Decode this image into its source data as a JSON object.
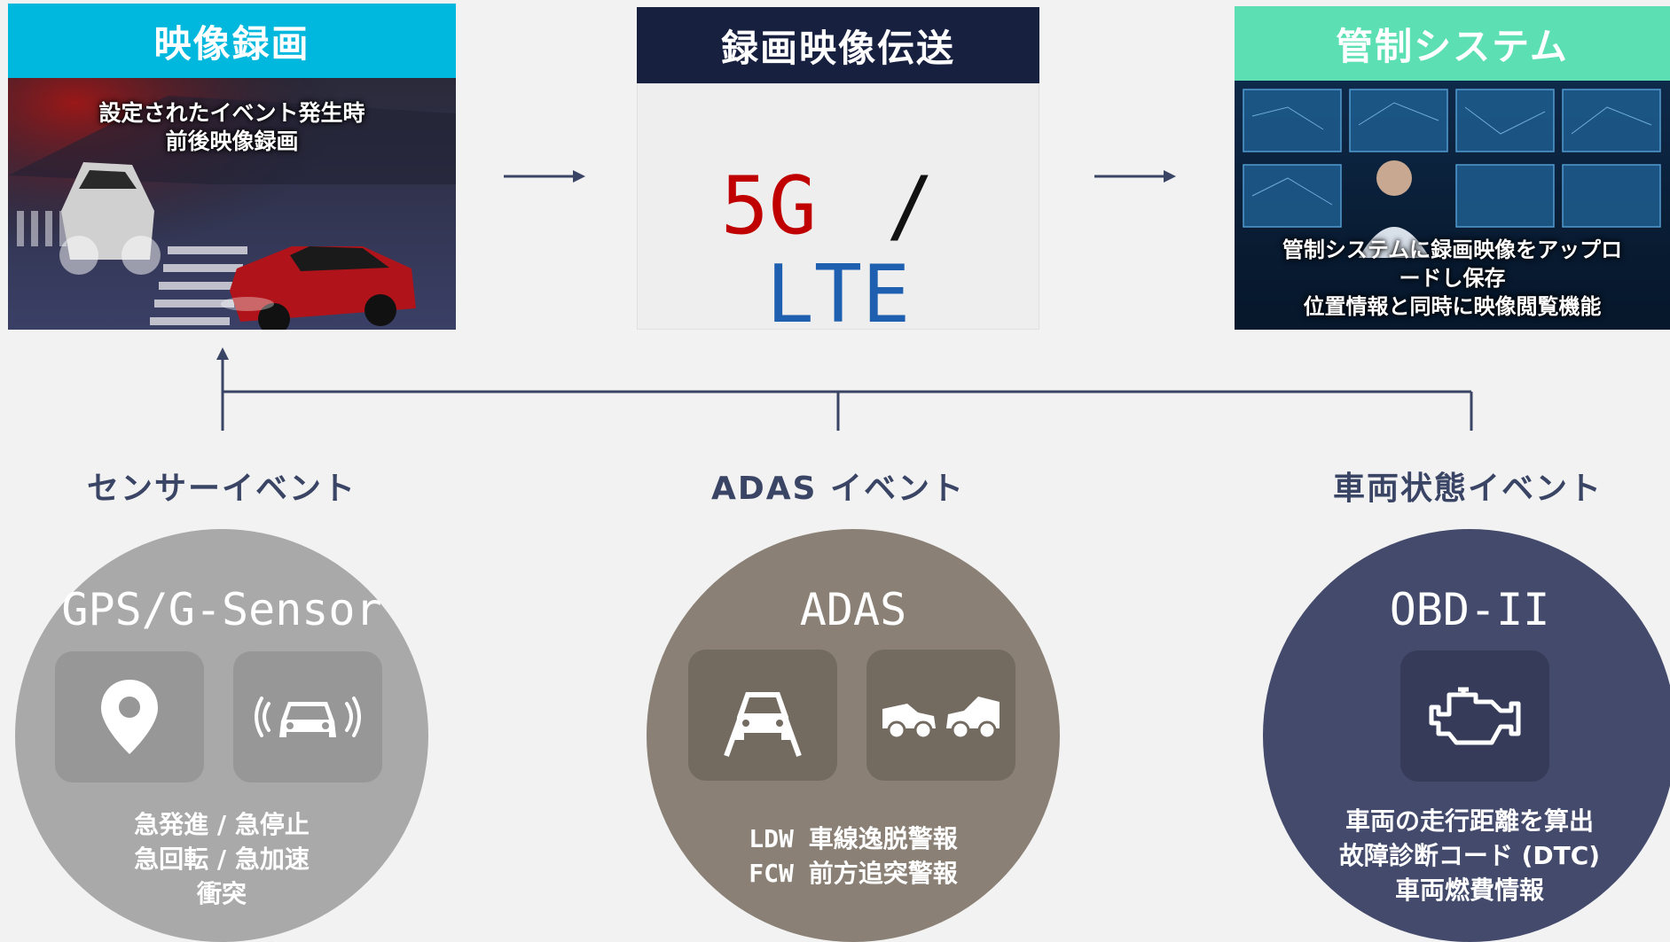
{
  "panels": {
    "recording": {
      "title": "映像録画",
      "caption": "設定されたイベント発生時\n前後映像録画",
      "header_color": "#00b8dd"
    },
    "transfer": {
      "title": "録画映像伝送",
      "tech_5g": "5G",
      "separator": "/",
      "tech_lte": "LTE",
      "header_color": "#182040"
    },
    "control": {
      "title": "管制システム",
      "caption": "管制システムに録画映像をアップロ\nードし保存\n位置情報と同時に映像閲覧機能",
      "header_color": "#5ce0b3"
    }
  },
  "events": [
    {
      "label": "センサーイベント",
      "title": "GPS/G-Sensor",
      "icons": [
        "location-pin-icon",
        "vehicle-sensor-icon"
      ],
      "description": "急発進 / 急停止\n急回転 / 急加速\n衝突",
      "color": "#a9a9a9"
    },
    {
      "label": "ADAS イベント",
      "title": "ADAS",
      "icons": [
        "lane-departure-icon",
        "forward-collision-icon"
      ],
      "description": "LDW 車線逸脱警報\nFCW 前方追突警報",
      "color": "#8a8075"
    },
    {
      "label": "車両状態イベント",
      "title": "OBD-II",
      "icons": [
        "engine-icon"
      ],
      "description": "車両の走行距離を算出\n故障診断コード (DTC)\n車両燃費情報",
      "color": "#434a6b"
    }
  ],
  "colors": {
    "arrow": "#3a4566",
    "tech_5g": "#c00000",
    "tech_lte": "#1f5fb0"
  }
}
